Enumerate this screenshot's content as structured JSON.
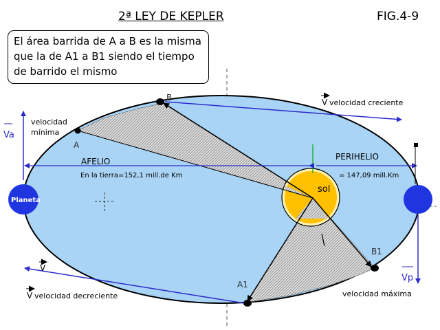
{
  "header": {
    "title": "2ª LEY DE KEPLER",
    "figure": "FIG.4-9"
  },
  "note": {
    "line1": "El área barrida de A a B es la misma",
    "line2": "que la de A1 a B1 siendo el tiempo",
    "line3": "de barrido el mismo"
  },
  "labels": {
    "point_a": "A",
    "point_b": "B",
    "point_a1": "A1",
    "point_b1": "B1",
    "va": "Va",
    "vp": "Vp",
    "v": "V",
    "v_top": "V",
    "v_bottom": "V",
    "velocidad_minima_1": "velocidad",
    "velocidad_minima_2": "mínima",
    "velocidad_creciente": "velocidad creciente",
    "velocidad_decreciente": "velocidad decreciente",
    "velocidad_maxima": "velocidad máxima",
    "afelio": "AFELIO",
    "perihelio": "PERIHELIO",
    "afelio_distance": "En la tierra=152,1 mill.de Km",
    "perihelio_distance": "= 147,09 mill.Km",
    "sol": "sol",
    "planeta": "Planeta"
  },
  "colors": {
    "orbit_fill": "#a9d4f5",
    "orbit_stroke": "#000000",
    "sun_fill": "#ffc000",
    "sun_halo": "#fff2b3",
    "planet_fill": "#1f35e0",
    "arrow_blue": "#2a2acc",
    "sector_fill": "#d8d8d8",
    "axis_green": "#00aa00"
  }
}
